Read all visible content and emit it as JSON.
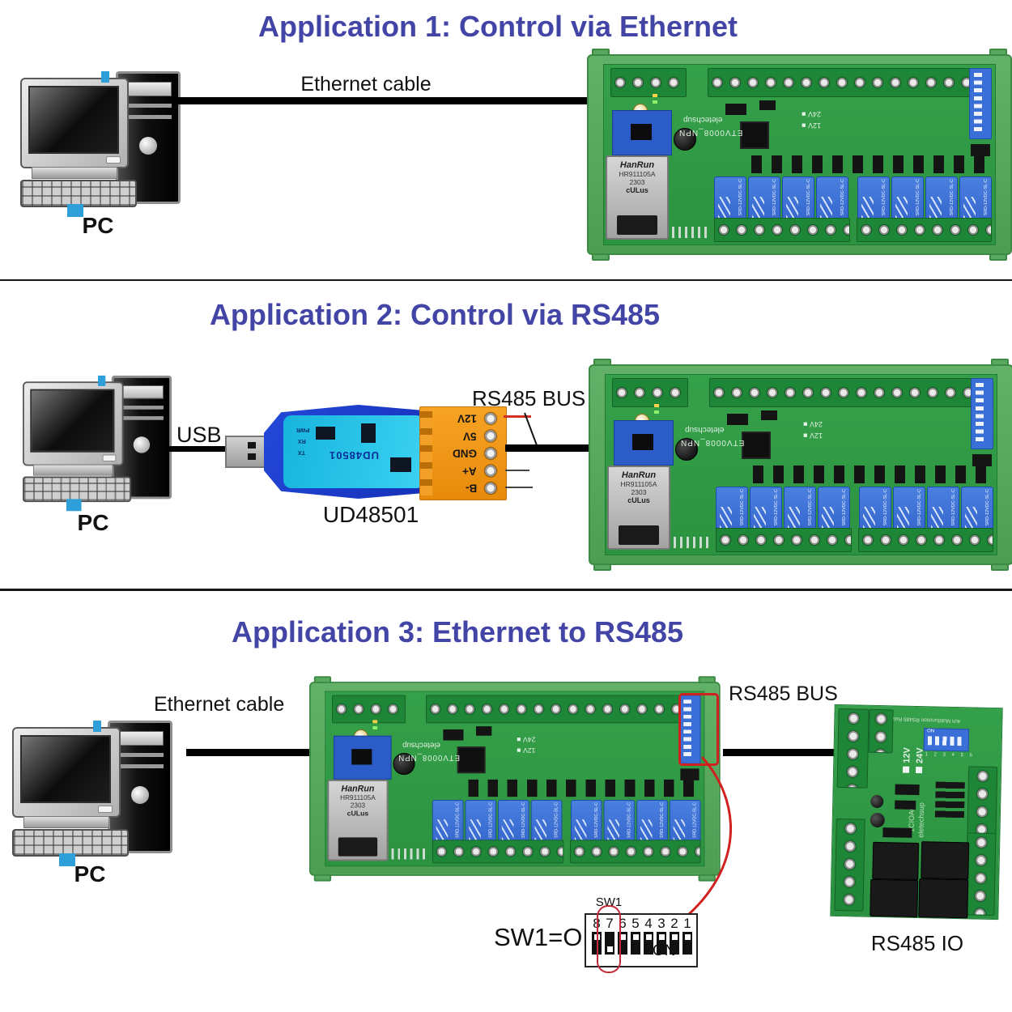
{
  "colors": {
    "title": "#4345a6",
    "accent_red": "#d02020",
    "pcb_green": "#2f9c44",
    "relay_blue": "#3a6fd8",
    "terminal_orange": "#f59a18"
  },
  "app1": {
    "title": "Application 1: Control via Ethernet",
    "cable_label": "Ethernet cable",
    "pc_label": "PC"
  },
  "app2": {
    "title": "Application 2: Control via RS485",
    "pc_label": "PC",
    "usb_label": "USB",
    "adapter_label": "UD48501",
    "bus_label": "RS485 BUS"
  },
  "app3": {
    "title": "Application 3: Ethernet to RS485",
    "cable_label": "Ethernet cable",
    "pc_label": "PC",
    "bus_label": "RS485 BUS",
    "io_label": "RS485 IO",
    "sw_caption": "SW1=ON",
    "sw_chip": "SW1",
    "sw_on": "ON",
    "sw_positions": [
      "8",
      "7",
      "6",
      "5",
      "4",
      "3",
      "2",
      "1"
    ]
  },
  "relay_board": {
    "silk_brand": "eletechsup",
    "silk_model": "ETV0008_NPN",
    "v24": "24V ■",
    "v12": "12V ■",
    "eth_brand": "HanRun",
    "eth_model": "HR911105A",
    "eth_code": "2303",
    "eth_cert": "cULus",
    "relay_label": "SRD-12VDC-SL-C"
  },
  "adapter": {
    "model_silk": "UD48501",
    "led_pwr": "PWR",
    "led_rx": "RX",
    "led_tx": "TX",
    "terminals": [
      "12V",
      "5V",
      "GND",
      "A+",
      "B-"
    ]
  },
  "io_board": {
    "top_text": "4ch Multifunction RS485 Relay Board",
    "v12": "12V",
    "v24": "24V",
    "model": "1CIOA04",
    "brand": "eletechsup",
    "dip_on": "ON",
    "dip_nums": "1 2 3 4 5 6"
  }
}
